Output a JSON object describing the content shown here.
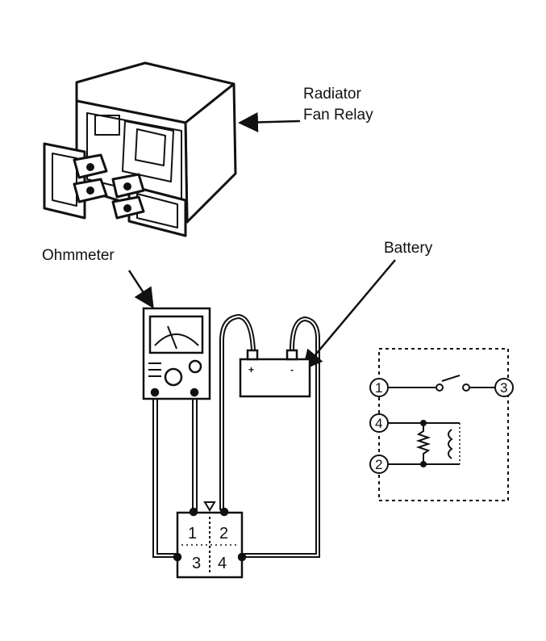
{
  "labels": {
    "relay_line1": "Radiator",
    "relay_line2": "Fan Relay",
    "ohmmeter": "Ohmmeter",
    "battery": "Battery"
  },
  "battery_terminals": {
    "positive": "+",
    "negative": "-"
  },
  "connector_pins": [
    "1",
    "2",
    "3",
    "4"
  ],
  "schematic_pins": [
    "1",
    "3",
    "4",
    "2"
  ]
}
